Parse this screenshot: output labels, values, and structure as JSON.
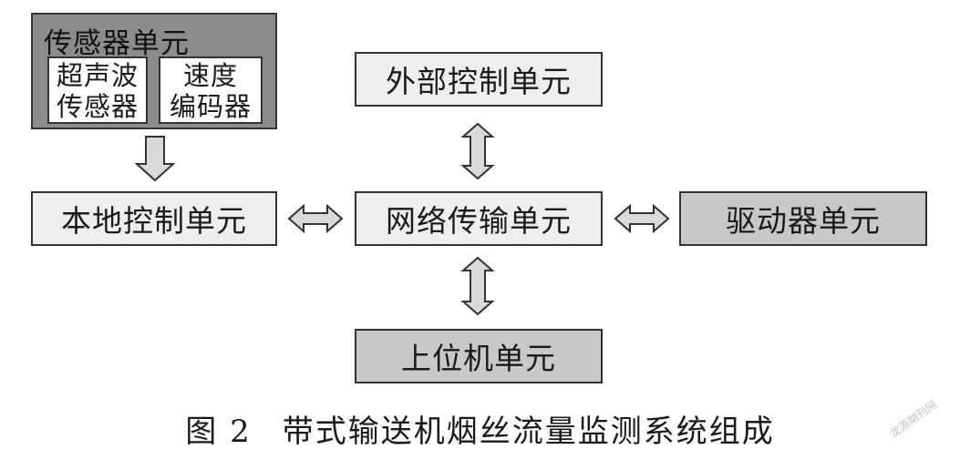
{
  "diagram": {
    "sensor_unit": {
      "title": "传感器单元",
      "ultrasonic_line1": "超声波",
      "ultrasonic_line2": "传感器",
      "encoder_line1": "速度",
      "encoder_line2": "编码器"
    },
    "external_control": "外部控制单元",
    "local_control": "本地控制单元",
    "network_transmission": "网络传输单元",
    "driver_unit": "驱动器单元",
    "host_unit": "上位机单元"
  },
  "caption": {
    "figure_label": "图 2",
    "title": "带式输送机烟丝流量监测系统组成"
  },
  "watermark": "龙源期刊网",
  "colors": {
    "light_fill": "#eeeeee",
    "mid_fill": "#c8c8c8",
    "dark_fill": "#8c8c8c",
    "arrow_fill": "#d9d9d9",
    "stroke": "#333333"
  }
}
